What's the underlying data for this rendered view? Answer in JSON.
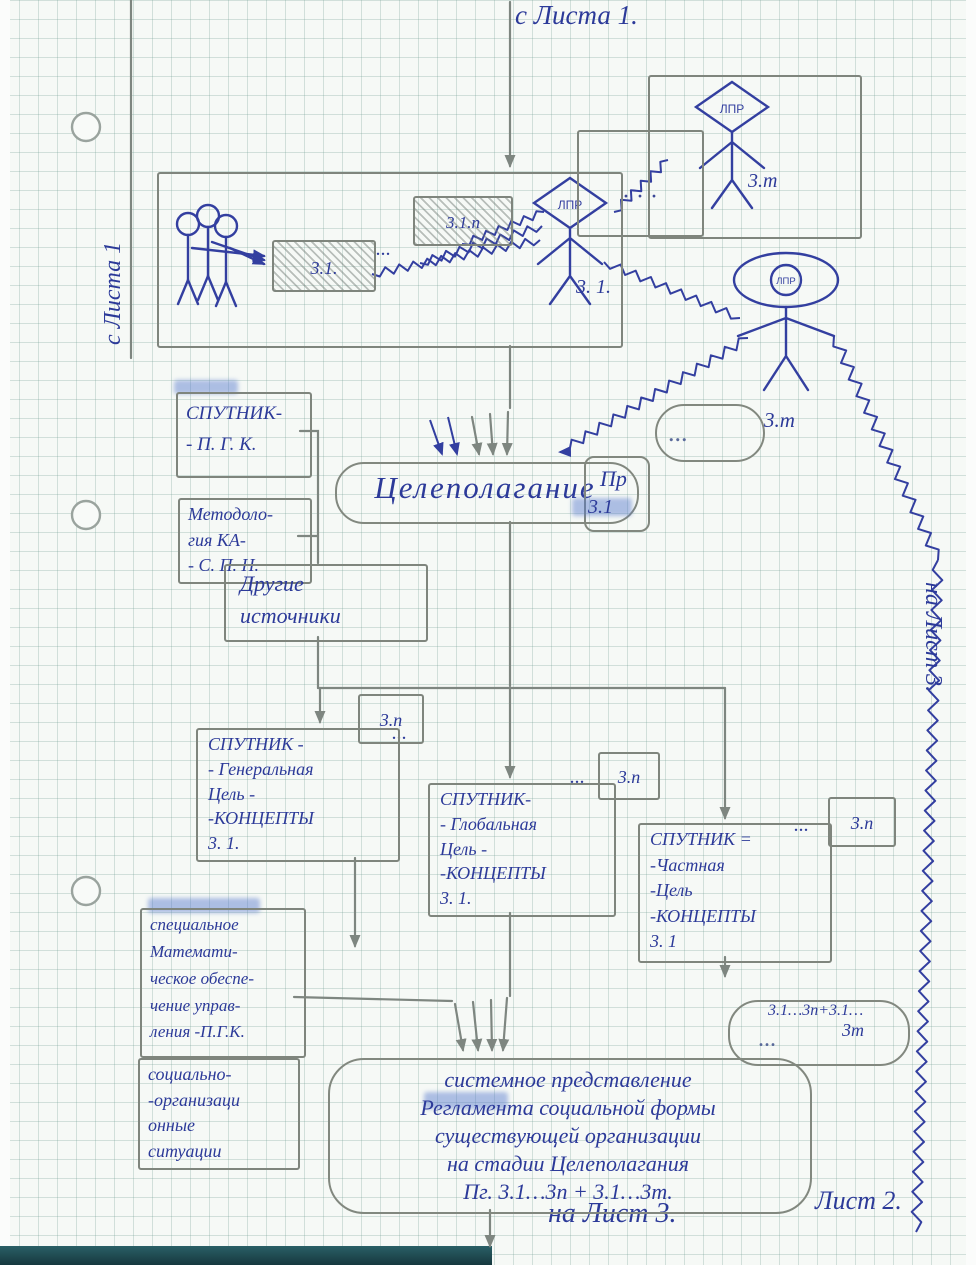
{
  "labels": {
    "from_sheet_top": "с Листа 1.",
    "from_sheet_left": "с Листа 1",
    "to_sheet_right": "на Лист 3.",
    "to_sheet_bottom": "на Лист 3.",
    "sheet_number": "Лист 2."
  },
  "figures": {
    "lpr": "ЛПР",
    "top_index": "3.m",
    "main_index": "3. 1."
  },
  "top_right": {
    "dots": "· · ·"
  },
  "main_box": {
    "hatch1": "3.1.",
    "dots": "...",
    "hatch2": "3.1.n"
  },
  "goal": {
    "title": "Целеполагание",
    "tag_top": "Пр",
    "tag_index": "3.1",
    "pill_dots": "...",
    "pill_index": "3.m"
  },
  "sources": {
    "sputnik": "СПУТНИК-\n- П. Г. К.",
    "methodology": "Методоло-\nгия КА-\n- С. П. Н.",
    "other": "Другие\nисточники"
  },
  "concepts": {
    "n_index": "3.n",
    "dots": "...",
    "general": "СПУТНИК -\n- Генеральная\nЦель -\n-КОНЦЕПТЫ\n3. 1.",
    "global": "СПУТНИК-\n- Глобальная\nЦель -\n-КОНЦЕПТЫ\n3. 1.",
    "particular": "СПУТНИК =\n-Частная\n-Цель\n-КОНЦЕПТЫ\n3. 1"
  },
  "support": {
    "math": "специальное\nМатемати-\nческое обеспе-\nчение управ-\nления -П.Г.К.",
    "social": "социально-\n-организаци\nонные\nситуации"
  },
  "result": {
    "statement": "системное представление\nРегламента социальной формы\nсуществующей организации\nна стадии Целеполагания\nПг. 3.1…3n + 3.1…3m.",
    "pill_top": "3.1…3n+3.1…",
    "pill_m": "3m",
    "pill_dots": "..."
  }
}
